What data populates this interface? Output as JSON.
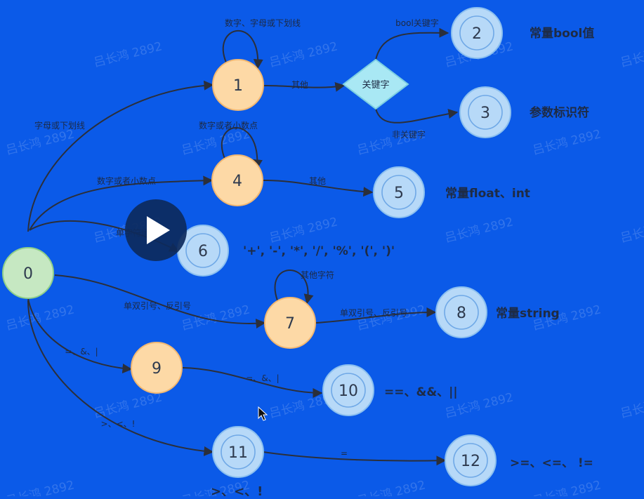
{
  "nodes": [
    {
      "id": "0",
      "label": "0",
      "kind": "start"
    },
    {
      "id": "1",
      "label": "1",
      "kind": "middle"
    },
    {
      "id": "k",
      "label": "关键字",
      "kind": "decision"
    },
    {
      "id": "2",
      "label": "2",
      "kind": "final",
      "desc": "常量bool值"
    },
    {
      "id": "3",
      "label": "3",
      "kind": "final",
      "desc": "参数标识符"
    },
    {
      "id": "4",
      "label": "4",
      "kind": "middle"
    },
    {
      "id": "5",
      "label": "5",
      "kind": "final",
      "desc": "常量float、int"
    },
    {
      "id": "6",
      "label": "6",
      "kind": "final",
      "desc": "'+', '-', '*', '/', '%', '(', ')'"
    },
    {
      "id": "7",
      "label": "7",
      "kind": "middle"
    },
    {
      "id": "8",
      "label": "8",
      "kind": "final",
      "desc": "常量string"
    },
    {
      "id": "9",
      "label": "9",
      "kind": "middle"
    },
    {
      "id": "10",
      "label": "10",
      "kind": "final",
      "desc": "==、&&、||"
    },
    {
      "id": "11",
      "label": "11",
      "kind": "final"
    },
    {
      "id": "12",
      "label": "12",
      "kind": "final",
      "desc": ">=、<=、 !="
    }
  ],
  "edges": [
    {
      "from": "0",
      "to": "1",
      "label": "字母或下划线"
    },
    {
      "from": "1",
      "to": "1",
      "label": "数字、字母或下划线"
    },
    {
      "from": "1",
      "to": "k",
      "label": "其他"
    },
    {
      "from": "k",
      "to": "2",
      "label": "bool关键字"
    },
    {
      "from": "k",
      "to": "3",
      "label": "非关键字"
    },
    {
      "from": "0",
      "to": "4",
      "label": "数字或者小数点"
    },
    {
      "from": "4",
      "to": "4",
      "label": "数字或者小数点"
    },
    {
      "from": "4",
      "to": "5",
      "label": "其他"
    },
    {
      "from": "0",
      "to": "6",
      "label": "单字符运算"
    },
    {
      "from": "0",
      "to": "7",
      "label": "单双引号、反引号"
    },
    {
      "from": "7",
      "to": "7",
      "label": "其他字符"
    },
    {
      "from": "7",
      "to": "8",
      "label": "单双引号、反引号"
    },
    {
      "from": "0",
      "to": "9",
      "label": "=、&、|"
    },
    {
      "from": "9",
      "to": "10",
      "label": "=、&、|"
    },
    {
      "from": "0",
      "to": "11",
      "label": ">、<、!"
    },
    {
      "from": "11",
      "to": "12",
      "label": "="
    }
  ],
  "bottom_text": ">、<、!",
  "watermark": "吕长鸿 2892",
  "colors": {
    "background": "#0b5ae8",
    "start_fill": "#c6e8c2",
    "middle_fill": "#fdd9a6",
    "final_fill": "#b7d9f8",
    "decision_fill": "#a9e8f4",
    "edge": "#2b2f3a",
    "play_button": "#0d2a5c"
  },
  "icons": {
    "play": "play-icon",
    "cursor": "mouse-cursor-icon"
  }
}
